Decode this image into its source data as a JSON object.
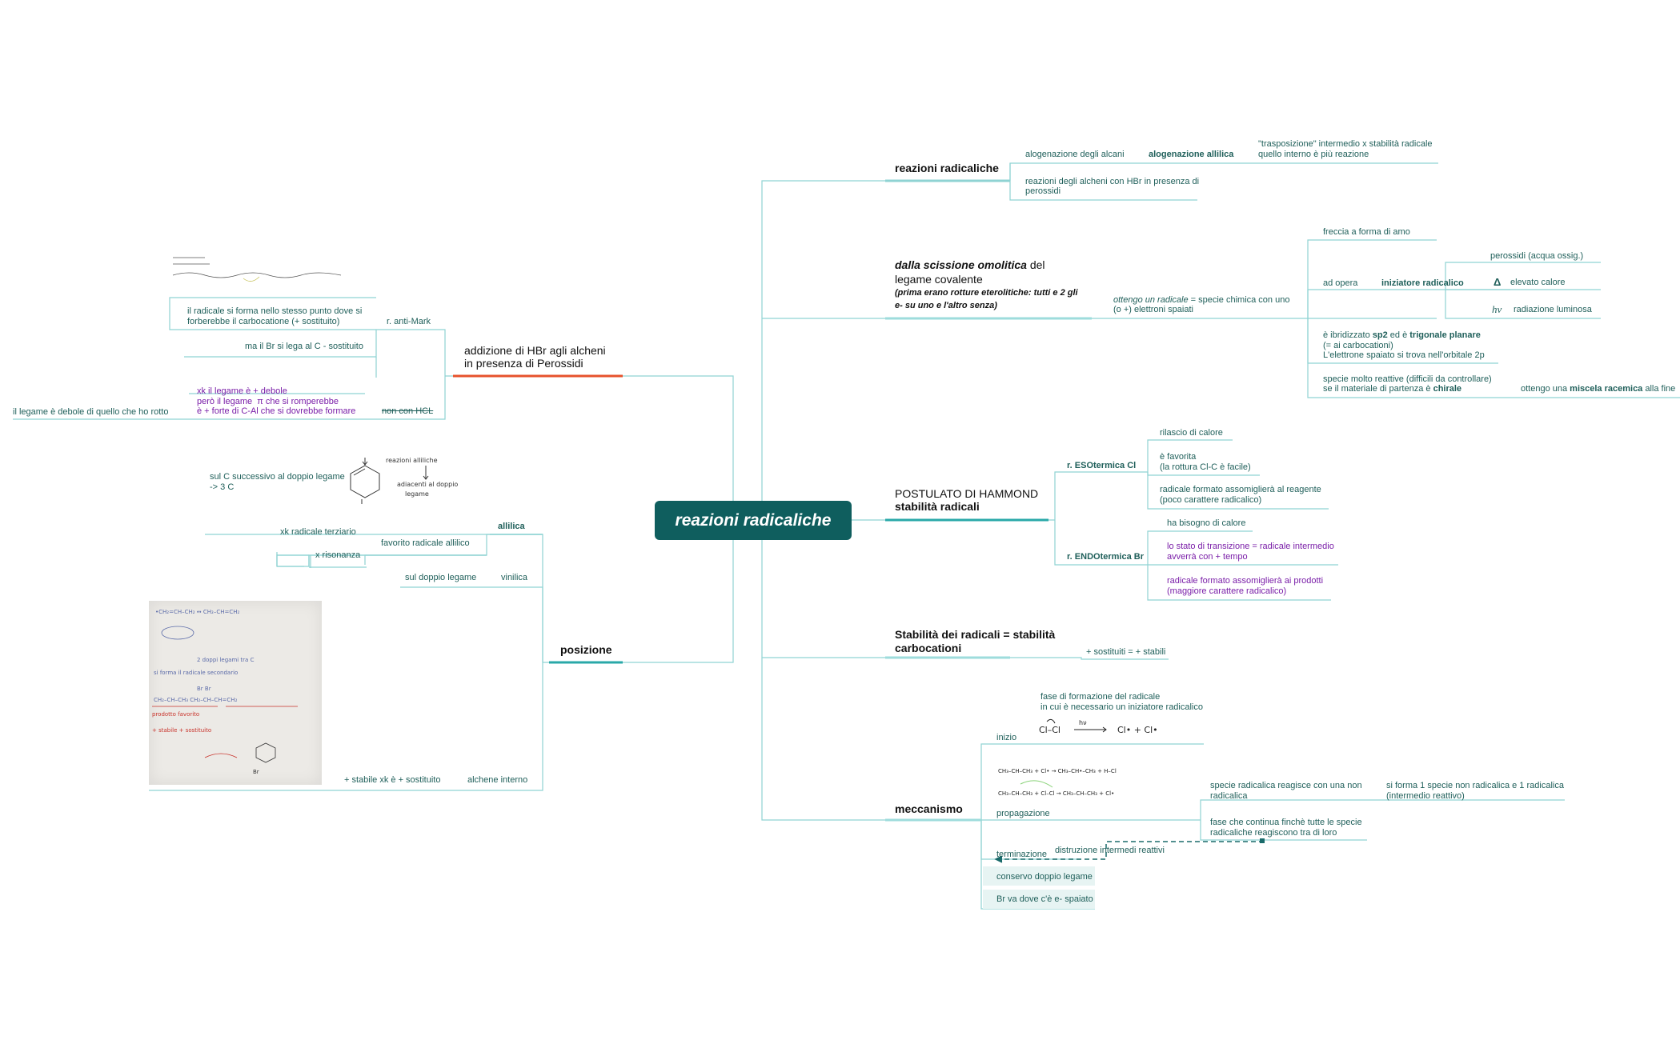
{
  "root": "reazioni radicaliche",
  "colors": {
    "teal": "#0f5e5e",
    "line": "#8fd3d3",
    "accent_red": "#e6522c",
    "purple": "#7a1ea8"
  },
  "right": {
    "reazioni_radicaliche": {
      "title": "reazioni radicaliche",
      "alogenazione_alcani": "alogenazione degli alcani",
      "alogenazione_allilica": "alogenazione allilica",
      "trasposizione_1": "\"trasposizione\" intermedio x stabilità radicale",
      "trasposizione_2": "quello interno è più reazione",
      "alcheni_hbr_1": "reazioni degli alcheni con HBr in presenza di",
      "alcheni_hbr_2": "perossidi"
    },
    "scissione": {
      "title_italic": "dalla scissione omolitica",
      "title_rest": " del",
      "title_2": "legame covalente",
      "note_1": "(prima erano rotture eterolitiche: tutti e 2 gli",
      "note_2": "e- su uno e l'altro senza)",
      "ottengo_italic": "ottengo un radicale",
      "ottengo_rest": " = specie chimica con uno",
      "ottengo_2": "(o +) elettroni spaiati",
      "freccia": "freccia a forma di amo",
      "ad_opera": "ad opera",
      "iniziatore": "iniziatore radicalico",
      "perossidi": "perossidi (acqua ossig.)",
      "delta": "Δ",
      "elevato_calore": "elevato calore",
      "hv": "hν",
      "radiazione": "radiazione luminosa",
      "ibridizzato_a": "è ibridizzato ",
      "sp2": "sp2",
      "ibridizzato_b": " ed è ",
      "trigonale": "trigonale planare",
      "carbocationi": "(= ai carbocationi)",
      "elettrone": "L'elettrone spaiato si trova nell'orbitale 2p",
      "reattive_1": "specie molto reattive (difficili da controllare)",
      "reattive_2a": "se il materiale di partenza è ",
      "chirale": "chirale",
      "miscela_a": "ottengo una ",
      "miscela_b": "miscela racemica",
      "miscela_c": " alla fine"
    },
    "hammond": {
      "title_1": "POSTULATO DI HAMMOND",
      "title_2": "stabilità radicali",
      "eso": "r. ESOtermica Cl",
      "rilascio": "rilascio di calore",
      "favorita_1": "è favorita",
      "favorita_2": "(la rottura Cl-C è facile)",
      "reagente_1": "radicale formato assomiglierà al reagente",
      "reagente_2": "(poco carattere radicalico)",
      "endo": "r. ENDOtermica Br",
      "bisogno": "ha bisogno di calore",
      "transizione_1": "lo stato di transizione = radicale intermedio",
      "transizione_2": "avverrà con + tempo",
      "prodotti_1": "radicale formato assomiglierà ai prodotti",
      "prodotti_2": "(maggiore carattere radicalico)"
    },
    "stabilita": {
      "title_1": "Stabilità dei radicali = stabilità",
      "title_2": "carbocationi",
      "sostituiti": "+ sostituiti = + stabili"
    },
    "meccanismo": {
      "title": "meccanismo",
      "fase_1": "fase di formazione del radicale",
      "fase_2": "in cui è necessario un iniziatore radicalico",
      "inizio": "inizio",
      "propagazione": "propagazione",
      "specie_1": "specie radicalica reagisce con una non",
      "specie_2": "radicalica",
      "forma_1": "si forma 1 specie non radicalica e 1 radicalica",
      "forma_2": "(intermedio reattivo)",
      "continua_1": "fase che continua finchè tutte le specie",
      "continua_2": "radicaliche reagiscono tra di loro",
      "distruzione": "distruzione intermedi reattivi",
      "terminazione": "terminazione",
      "conservo": "conservo doppio legame",
      "br_va": "Br va dove c'è e- spaiato"
    }
  },
  "left": {
    "hbr": {
      "title_1": "addizione di HBr agli alcheni",
      "title_2": "in presenza di Perossidi",
      "anti_mark": "r. anti-Mark",
      "radicale_1": "il radicale si forma nello stesso punto dove si",
      "radicale_2": "forberebbe il carbocatione (+ sostituito)",
      "br_lega": "ma il Br si lega al C - sostituito",
      "xk_1": "xk il legame è + debole",
      "xk_2": "però il legame  π che si romperebbe",
      "xk_3": "è + forte di C-Al che si dovrebbe formare",
      "non_con": "non con HCL",
      "debole": "il legame è debole di quello che ho rotto"
    },
    "posizione": {
      "title": "posizione",
      "allilica": "allilica",
      "sul_c_1": "sul C successivo al doppio legame",
      "sul_c_2": "-> 3 C",
      "sketch_1": "reazioni alliliche",
      "sketch_2": "adiacenti al doppio",
      "sketch_3": "legame",
      "favorito": "favorito radicale allilico",
      "terziario": "xk radicale terziario",
      "risonanza": "x risonanza",
      "vinilica": "vinilica",
      "sul_doppio": "sul doppio legame",
      "alchene": "alchene interno",
      "stabile": "+ stabile xk è + sostituito"
    }
  },
  "eq": {
    "cl2": "Cl–Cl",
    "cl_rad": "Cl• + Cl•",
    "h": "hν",
    "chain_1": "CH₃–CH–CH₃ + Cl• → CH₃–CH•–CH₃ + H–Cl",
    "chain_2": "CH₃–CH–CH₃ + Cl–Cl → CH₃–CH–CH₃ + Cl•"
  },
  "photo": {
    "l1": "•CH₂=CH–CH₂  ↔  CH₂–CH=CH₂",
    "l2": "2 doppi legami tra C",
    "l3": "si forma  il radicale secondario",
    "l4": "Br                Br",
    "l5": "CH₂–CH–CH₃     CH₂–CH–CH=CH₂",
    "l6": "prodotto favorito",
    "l7": "+ stabile + sostituito",
    "l8": "Br"
  }
}
